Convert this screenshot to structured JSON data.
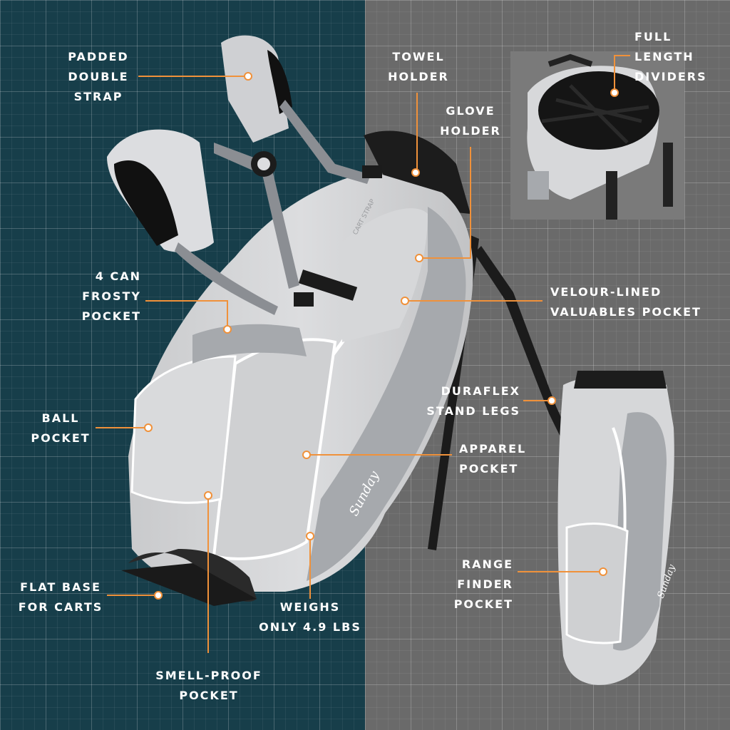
{
  "colors": {
    "left_bg": "#173e4a",
    "right_bg": "#6a6a6a",
    "accent": "#f0913a",
    "bag_light": "#d4d5d6",
    "bag_mid": "#a6a9ad",
    "bag_dark": "#1c1c1c"
  },
  "brand": {
    "logo_text": "Sunday"
  },
  "bag": {
    "strap_tag": "CART STRAP"
  },
  "labels": {
    "padded_double_strap": [
      "PADDED",
      "DOUBLE",
      "STRAP"
    ],
    "towel_holder": [
      "TOWEL",
      "HOLDER"
    ],
    "glove_holder": [
      "GLOVE",
      "HOLDER"
    ],
    "full_length_dividers": [
      "FULL",
      "LENGTH",
      "DIVIDERS"
    ],
    "frosty_pocket": [
      "4 CAN",
      "FROSTY",
      "POCKET"
    ],
    "velour_pocket": [
      "VELOUR-LINED",
      "VALUABLES POCKET"
    ],
    "ball_pocket": [
      "BALL",
      "POCKET"
    ],
    "stand_legs": [
      "DURAFLEX",
      "STAND LEGS"
    ],
    "apparel_pocket": [
      "APPAREL",
      "POCKET"
    ],
    "range_finder_pocket": [
      "RANGE FINDER",
      "POCKET"
    ],
    "flat_base": [
      "FLAT BASE",
      "FOR CARTS"
    ],
    "weighs": [
      "WEIGHS",
      "ONLY 4.9 LBS"
    ],
    "smell_proof_pocket": [
      "SMELL-PROOF",
      "POCKET"
    ]
  }
}
